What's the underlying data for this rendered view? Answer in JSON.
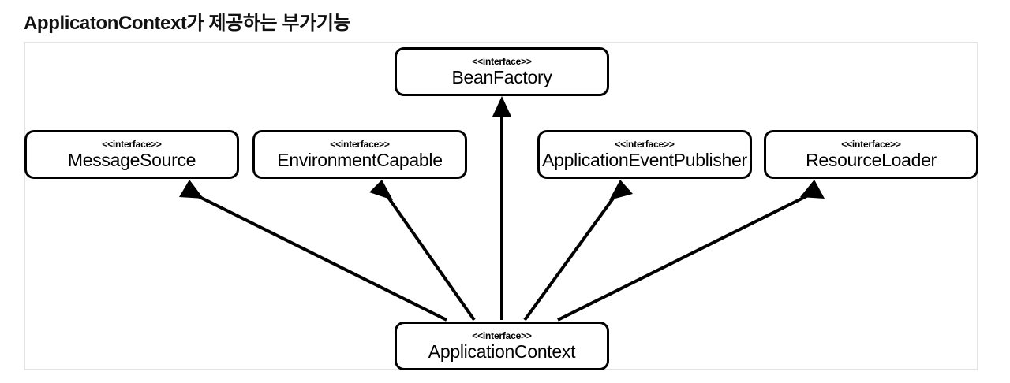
{
  "page": {
    "title": "ApplicatonContext가 제공하는 부가기능"
  },
  "diagram": {
    "type": "uml-class-diagram",
    "stereotype_label": "<<interface>>",
    "nodes": [
      {
        "id": "beanfactory",
        "stereotype": "<<interface>>",
        "name": "BeanFactory"
      },
      {
        "id": "messagesource",
        "stereotype": "<<interface>>",
        "name": "MessageSource"
      },
      {
        "id": "environmentcapable",
        "stereotype": "<<interface>>",
        "name": "EnvironmentCapable"
      },
      {
        "id": "applicationeventpublisher",
        "stereotype": "<<interface>>",
        "name": "ApplicationEventPublisher"
      },
      {
        "id": "resourceloader",
        "stereotype": "<<interface>>",
        "name": "ResourceLoader"
      },
      {
        "id": "applicationcontext",
        "stereotype": "<<interface>>",
        "name": "ApplicationContext"
      }
    ],
    "edges": [
      {
        "from": "applicationcontext",
        "to": "messagesource",
        "kind": "generalization"
      },
      {
        "from": "applicationcontext",
        "to": "environmentcapable",
        "kind": "generalization"
      },
      {
        "from": "applicationcontext",
        "to": "beanfactory",
        "kind": "generalization"
      },
      {
        "from": "applicationcontext",
        "to": "applicationeventpublisher",
        "kind": "generalization"
      },
      {
        "from": "applicationcontext",
        "to": "resourceloader",
        "kind": "generalization"
      }
    ],
    "colors": {
      "node_border": "#000000",
      "node_fill": "#ffffff",
      "edge": "#000000",
      "frame_border": "#e3e3e3",
      "text": "#000000"
    }
  }
}
